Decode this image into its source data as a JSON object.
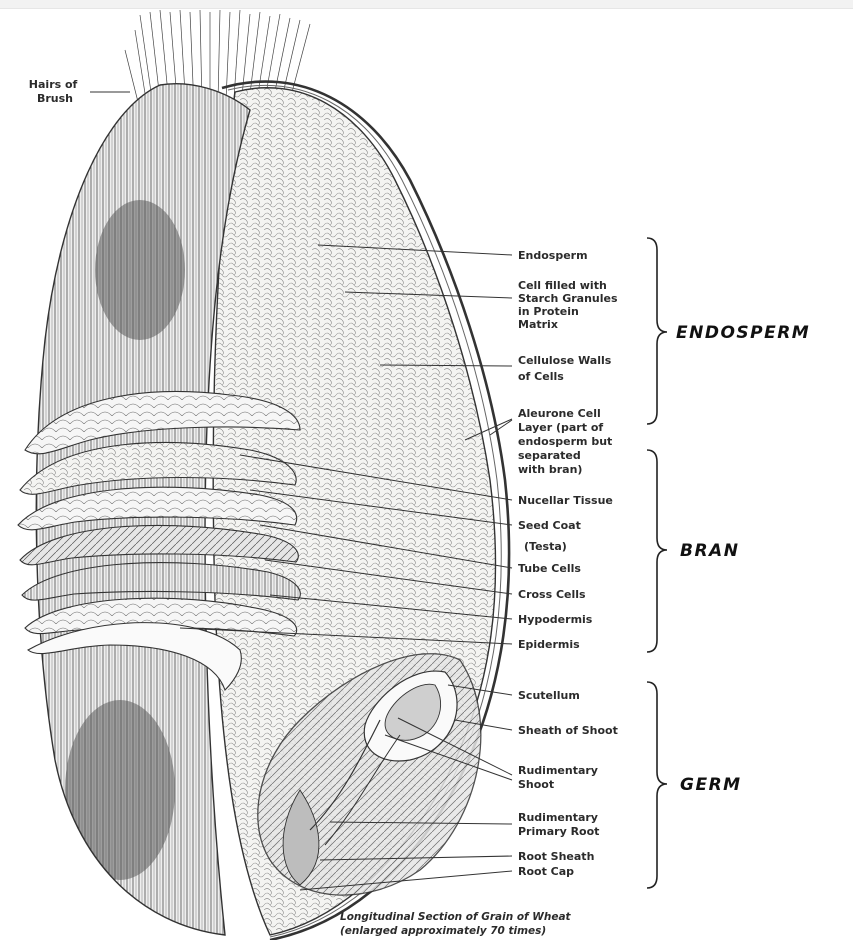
{
  "labels": {
    "hairs_of_brush": [
      "Hairs of",
      "Brush"
    ],
    "endosperm": [
      "Endosperm"
    ],
    "cell_filled": [
      "Cell filled with",
      "Starch Granules",
      "in Protein",
      "Matrix"
    ],
    "cellulose_walls": [
      "Cellulose Walls",
      "of Cells"
    ],
    "aleurone": [
      "Aleurone Cell",
      "Layer (part of",
      "endosperm but",
      "separated",
      "with bran)"
    ],
    "nucellar_tissue": [
      "Nucellar Tissue"
    ],
    "seed_coat": [
      "Seed Coat",
      "(Testa)"
    ],
    "tube_cells": [
      "Tube Cells"
    ],
    "cross_cells": [
      "Cross Cells"
    ],
    "hypodermis": [
      "Hypodermis"
    ],
    "epidermis": [
      "Epidermis"
    ],
    "scutellum": [
      "Scutellum"
    ],
    "sheath_of_shoot": [
      "Sheath of Shoot"
    ],
    "rudimentary_shoot": [
      "Rudimentary",
      "Shoot"
    ],
    "rudimentary_primary_root": [
      "Rudimentary",
      "Primary Root"
    ],
    "root_sheath": [
      "Root Sheath"
    ],
    "root_cap": [
      "Root Cap"
    ]
  },
  "sections": {
    "endosperm": "ENDOSPERM",
    "bran": "BRAN",
    "germ": "GERM"
  },
  "caption": {
    "line1": "Longitudinal Section of Grain of Wheat",
    "line2": "(enlarged approximately 70 times)"
  }
}
